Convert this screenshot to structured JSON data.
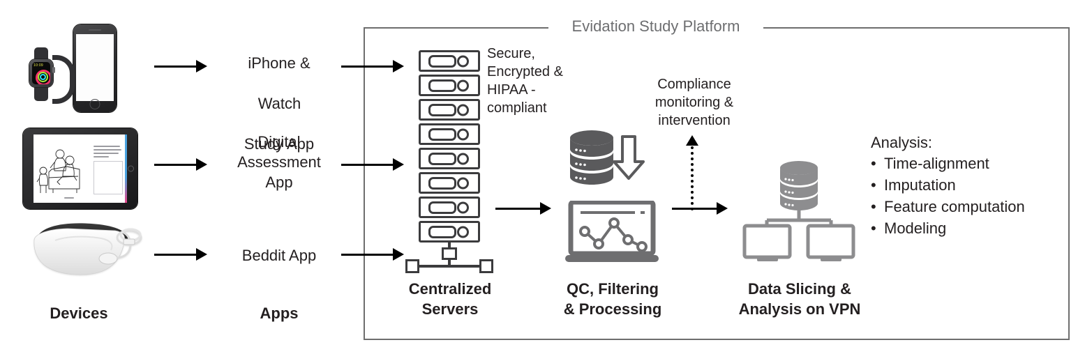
{
  "platform": {
    "title": "Evidation Study Platform"
  },
  "columns": {
    "devices_label": "Devices",
    "apps_label": "Apps"
  },
  "devices": [
    {
      "name": "apple-watch-and-iphone",
      "watch_time": "10:09"
    },
    {
      "name": "ipad-assessment"
    },
    {
      "name": "beddit-sleep-monitor"
    }
  ],
  "apps": [
    {
      "line1": "iPhone &",
      "apple_glyph": "",
      "line2": "Watch",
      "line3": "Study App"
    },
    {
      "label": "Digital\nAssessment\nApp"
    },
    {
      "label": "Beddit App"
    }
  ],
  "stages": {
    "servers": {
      "label": "Centralized\nServers",
      "note": "Secure,\nEncrypted &\nHIPAA -\ncompliant",
      "unit_count": 8
    },
    "processing": {
      "label": "QC, Filtering\n& Processing",
      "icons": [
        "database-download-icon",
        "laptop-chart-icon"
      ]
    },
    "analysis": {
      "label": "Data Slicing &\nAnalysis on VPN",
      "icons": [
        "database-icon",
        "monitor-icon",
        "monitor-icon"
      ]
    }
  },
  "annotations": {
    "compliance": "Compliance\nmonitoring &\nintervention"
  },
  "analysis_panel": {
    "heading": "Analysis:",
    "items": [
      "Time-alignment",
      "Imputation",
      "Feature computation",
      "Modeling"
    ]
  },
  "colors": {
    "text": "#231f20",
    "frame": "#6e6e6e",
    "frame_title": "#6d6e70",
    "server_dark": "#3b3b3d",
    "icon_dark": "#5a5a5c",
    "icon_grey": "#8d8d8f",
    "arrow": "#000000"
  }
}
